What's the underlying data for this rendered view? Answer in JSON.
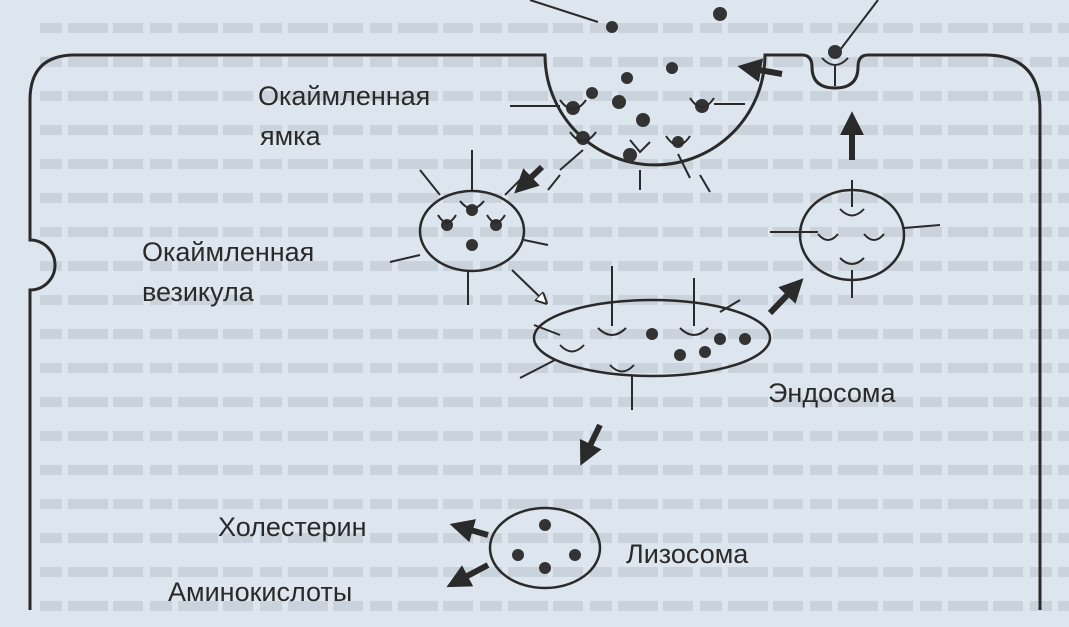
{
  "labels": {
    "coated_pit_line1": "Окаймленная",
    "coated_pit_line2": "ямка",
    "coated_vesicle_line1": "Окаймленная",
    "coated_vesicle_line2": "везикула",
    "endosome": "Эндосома",
    "cholesterol": "Холестерин",
    "lysosome": "Лизосома",
    "amino_acids": "Аминокислоты"
  },
  "colors": {
    "ink": "#2a2a2a",
    "dot": "#333333",
    "background": "#dde6ef",
    "bleed_text": "#9ea6b0"
  }
}
